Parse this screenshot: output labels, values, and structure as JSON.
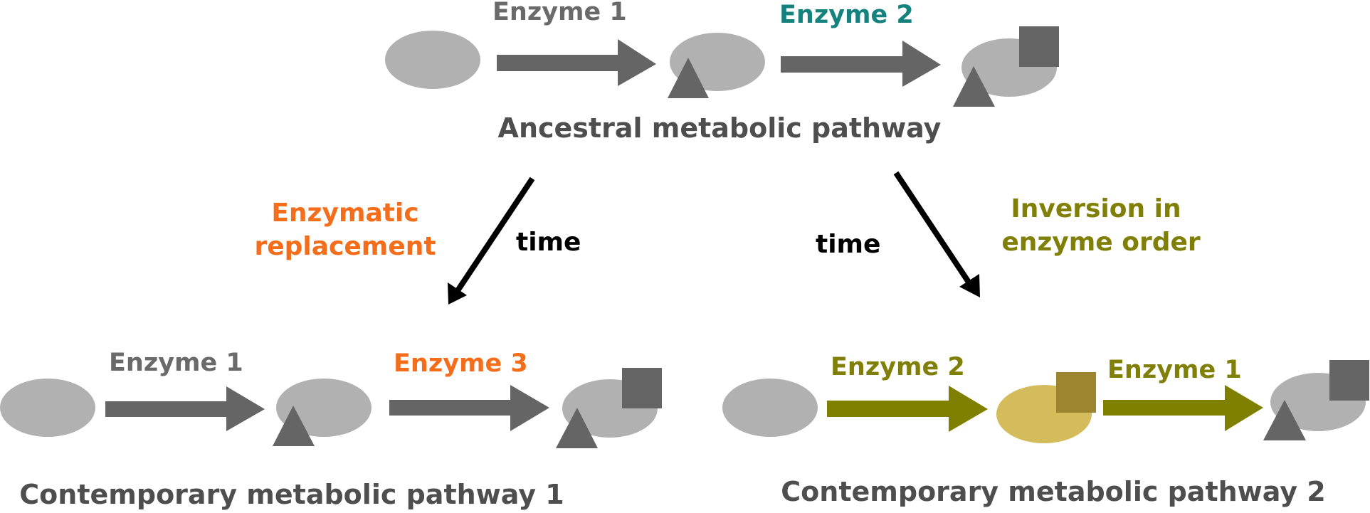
{
  "colors": {
    "substrate": "#b1b1b1",
    "arrow_gray": "#656565",
    "arrow_olive": "#808000",
    "caption_gray": "#4e4e4e",
    "enzyme1": "#6a6a6a",
    "enzyme2_teal": "#16827e",
    "orange": "#f46d1b",
    "olive_text": "#808008",
    "black": "#000000",
    "gold_substrate": "#d4bc5c",
    "gold_square": "#9c852e"
  },
  "ancestral": {
    "enzyme1_label": "Enzyme 1",
    "enzyme2_label": "Enzyme 2",
    "caption": "Ancestral metabolic pathway"
  },
  "branch_left": {
    "title_line1": "Enzymatic",
    "title_line2": "replacement",
    "time_label": "time"
  },
  "branch_right": {
    "title_line1": "Inversion in",
    "title_line2": "enzyme order",
    "time_label": "time"
  },
  "pathway1": {
    "enzyme_a_label": "Enzyme 1",
    "enzyme_b_label": "Enzyme 3",
    "caption": "Contemporary metabolic pathway 1"
  },
  "pathway2": {
    "enzyme_a_label": "Enzyme 2",
    "enzyme_b_label": "Enzyme 1",
    "caption": "Contemporary metabolic pathway 2"
  }
}
